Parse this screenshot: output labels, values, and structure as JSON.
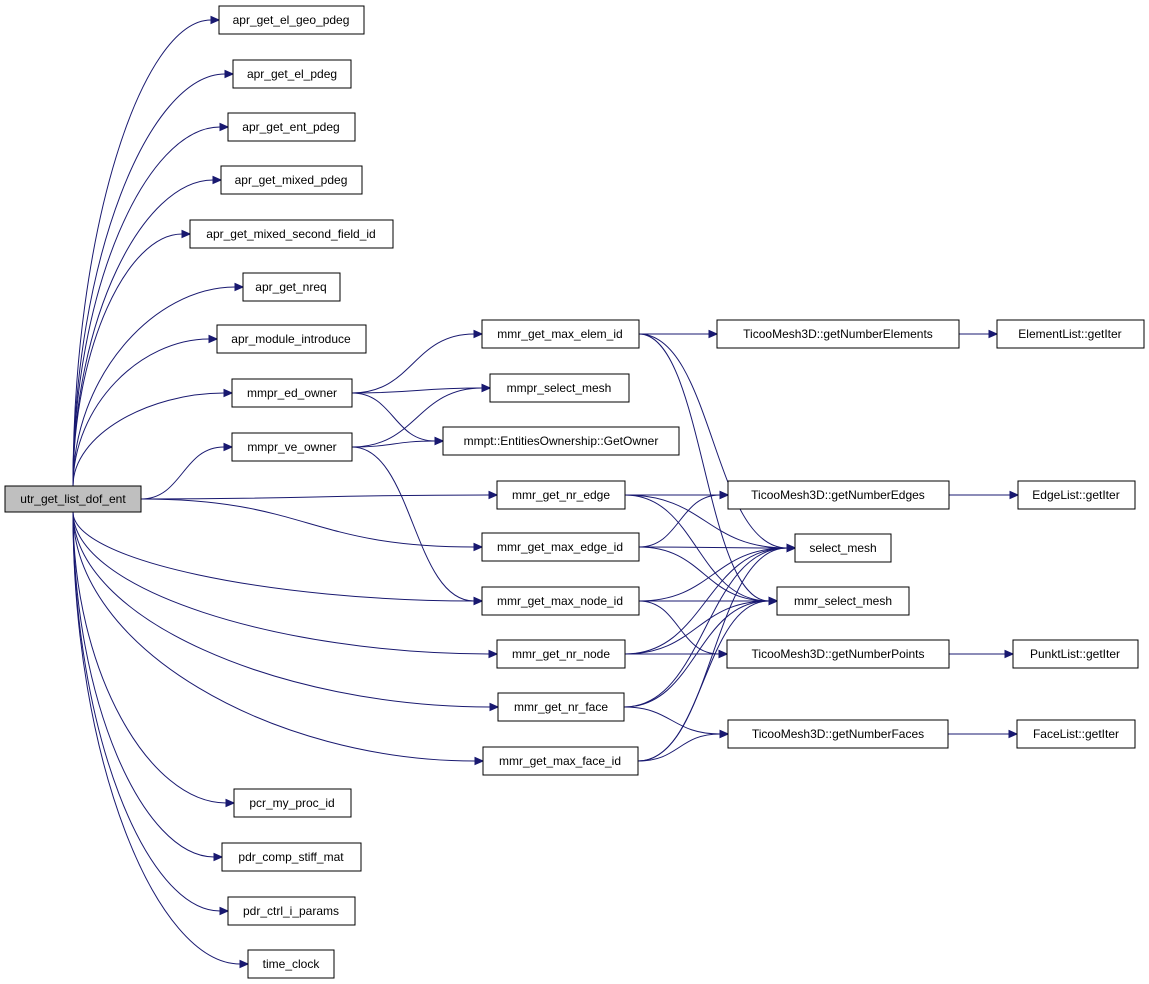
{
  "colors": {
    "edge": "#191970",
    "root_fill": "#bfbfbf",
    "node_fill": "#ffffff",
    "border": "#000000"
  },
  "nodes": {
    "n_root": "utr_get_list_dof_ent",
    "n_geo": "apr_get_el_geo_pdeg",
    "n_elpdeg": "apr_get_el_pdeg",
    "n_entpdeg": "apr_get_ent_pdeg",
    "n_mixedpdeg": "apr_get_mixed_pdeg",
    "n_mixedsecond": "apr_get_mixed_second_field_id",
    "n_nreq": "apr_get_nreq",
    "n_modintro": "apr_module_introduce",
    "n_edowner": "mmpr_ed_owner",
    "n_veowner": "mmpr_ve_owner",
    "n_maxelem": "mmr_get_max_elem_id",
    "n_mmprsel": "mmpr_select_mesh",
    "n_getowner": "mmpt::EntitiesOwnership::GetOwner",
    "n_nredge": "mmr_get_nr_edge",
    "n_maxedge": "mmr_get_max_edge_id",
    "n_maxnode": "mmr_get_max_node_id",
    "n_nrnode": "mmr_get_nr_node",
    "n_nrface": "mmr_get_nr_face",
    "n_maxface": "mmr_get_max_face_id",
    "n_tnelem": "TicooMesh3D::getNumberElements",
    "n_tnedges": "TicooMesh3D::getNumberEdges",
    "n_selmesh": "select_mesh",
    "n_mmrsel": "mmr_select_mesh",
    "n_tnpoints": "TicooMesh3D::getNumberPoints",
    "n_tnfaces": "TicooMesh3D::getNumberFaces",
    "n_elemlist": "ElementList::getIter",
    "n_edgelist": "EdgeList::getIter",
    "n_punktlist": "PunktList::getIter",
    "n_facelist": "FaceList::getIter",
    "n_myproc": "pcr_my_proc_id",
    "n_stiff": "pdr_comp_stiff_mat",
    "n_ctrl": "pdr_ctrl_i_params",
    "n_time": "time_clock"
  },
  "edges": [
    [
      "n_root",
      "n_geo"
    ],
    [
      "n_root",
      "n_elpdeg"
    ],
    [
      "n_root",
      "n_entpdeg"
    ],
    [
      "n_root",
      "n_mixedpdeg"
    ],
    [
      "n_root",
      "n_mixedsecond"
    ],
    [
      "n_root",
      "n_nreq"
    ],
    [
      "n_root",
      "n_modintro"
    ],
    [
      "n_root",
      "n_edowner"
    ],
    [
      "n_root",
      "n_veowner"
    ],
    [
      "n_root",
      "n_nredge"
    ],
    [
      "n_root",
      "n_maxedge"
    ],
    [
      "n_root",
      "n_maxnode"
    ],
    [
      "n_root",
      "n_nrnode"
    ],
    [
      "n_root",
      "n_nrface"
    ],
    [
      "n_root",
      "n_maxface"
    ],
    [
      "n_root",
      "n_myproc"
    ],
    [
      "n_root",
      "n_stiff"
    ],
    [
      "n_root",
      "n_ctrl"
    ],
    [
      "n_root",
      "n_time"
    ],
    [
      "n_edowner",
      "n_maxelem"
    ],
    [
      "n_edowner",
      "n_mmprsel"
    ],
    [
      "n_edowner",
      "n_getowner"
    ],
    [
      "n_veowner",
      "n_mmprsel"
    ],
    [
      "n_veowner",
      "n_getowner"
    ],
    [
      "n_veowner",
      "n_maxnode"
    ],
    [
      "n_maxelem",
      "n_tnelem"
    ],
    [
      "n_maxelem",
      "n_selmesh"
    ],
    [
      "n_maxelem",
      "n_mmrsel"
    ],
    [
      "n_nredge",
      "n_tnedges"
    ],
    [
      "n_nredge",
      "n_selmesh"
    ],
    [
      "n_nredge",
      "n_mmrsel"
    ],
    [
      "n_maxedge",
      "n_tnedges"
    ],
    [
      "n_maxedge",
      "n_selmesh"
    ],
    [
      "n_maxedge",
      "n_mmrsel"
    ],
    [
      "n_maxnode",
      "n_selmesh"
    ],
    [
      "n_maxnode",
      "n_mmrsel"
    ],
    [
      "n_maxnode",
      "n_tnpoints"
    ],
    [
      "n_nrnode",
      "n_tnpoints"
    ],
    [
      "n_nrnode",
      "n_selmesh"
    ],
    [
      "n_nrnode",
      "n_mmrsel"
    ],
    [
      "n_nrface",
      "n_tnfaces"
    ],
    [
      "n_nrface",
      "n_selmesh"
    ],
    [
      "n_nrface",
      "n_mmrsel"
    ],
    [
      "n_maxface",
      "n_tnfaces"
    ],
    [
      "n_maxface",
      "n_selmesh"
    ],
    [
      "n_maxface",
      "n_mmrsel"
    ],
    [
      "n_tnelem",
      "n_elemlist"
    ],
    [
      "n_tnedges",
      "n_edgelist"
    ],
    [
      "n_tnpoints",
      "n_punktlist"
    ],
    [
      "n_tnfaces",
      "n_facelist"
    ]
  ]
}
